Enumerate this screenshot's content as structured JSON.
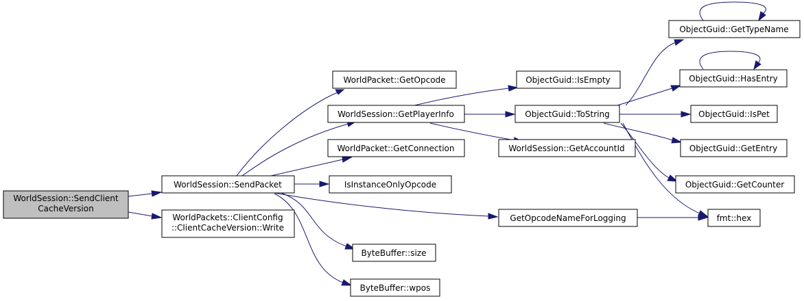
{
  "nodes": {
    "send_client_cache_version": [
      "WorldSession::SendClient",
      "CacheVersion"
    ],
    "send_packet": [
      "WorldSession::SendPacket"
    ],
    "client_cache_version_write": [
      "WorldPackets::ClientConfig",
      "::ClientCacheVersion::Write"
    ],
    "get_opcode": [
      "WorldPacket::GetOpcode"
    ],
    "get_player_info": [
      "WorldSession::GetPlayerInfo"
    ],
    "get_connection": [
      "WorldPacket::GetConnection"
    ],
    "is_instance_only_opcode": [
      "IsInstanceOnlyOpcode"
    ],
    "bytebuffer_size": [
      "ByteBuffer::size"
    ],
    "bytebuffer_wpos": [
      "ByteBuffer::wpos"
    ],
    "is_empty": [
      "ObjectGuid::IsEmpty"
    ],
    "to_string": [
      "ObjectGuid::ToString"
    ],
    "get_account_id": [
      "WorldSession::GetAccountId"
    ],
    "get_opcode_name_for_logging": [
      "GetOpcodeNameForLogging"
    ],
    "get_type_name": [
      "ObjectGuid::GetTypeName"
    ],
    "has_entry": [
      "ObjectGuid::HasEntry"
    ],
    "is_pet": [
      "ObjectGuid::IsPet"
    ],
    "get_entry": [
      "ObjectGuid::GetEntry"
    ],
    "get_counter": [
      "ObjectGuid::GetCounter"
    ],
    "fmt_hex": [
      "fmt::hex"
    ]
  },
  "colors": {
    "edge": "#191970",
    "root_fill": "#bfbfbf",
    "node_fill": "#ffffff",
    "node_border": "#000000"
  }
}
